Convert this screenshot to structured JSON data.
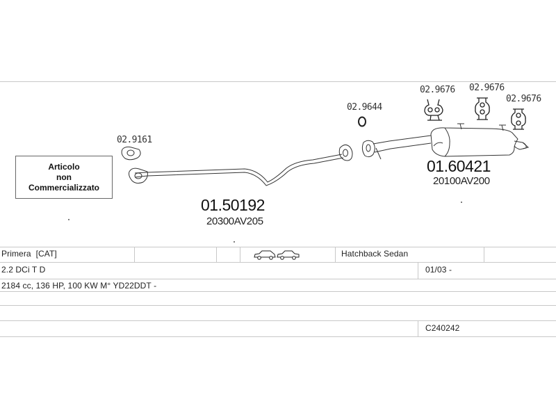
{
  "diagram": {
    "not_marketed_note": [
      "Articolo",
      "non",
      "Commercializzato"
    ],
    "parts": [
      {
        "code": "02.9161"
      },
      {
        "code": "02.9644"
      },
      {
        "code": "02.9676"
      },
      {
        "code": "02.9676"
      },
      {
        "code": "02.9676"
      }
    ],
    "front_pipe": {
      "code": "01.50192",
      "oem": "20300AV205"
    },
    "rear_silencer": {
      "code": "01.60421",
      "oem": "20100AV200"
    }
  },
  "table": {
    "model": "Primera  [CAT]",
    "body_type": "Hatchback Sedan",
    "engine": "2.2 DCi T D",
    "date": "01/03 -",
    "spec": "2184 cc, 136 HP, 100 KW M° YD22DDT -",
    "reference": "C240242"
  },
  "icons": [
    "hatchback-car-icon",
    "sedan-car-icon"
  ]
}
